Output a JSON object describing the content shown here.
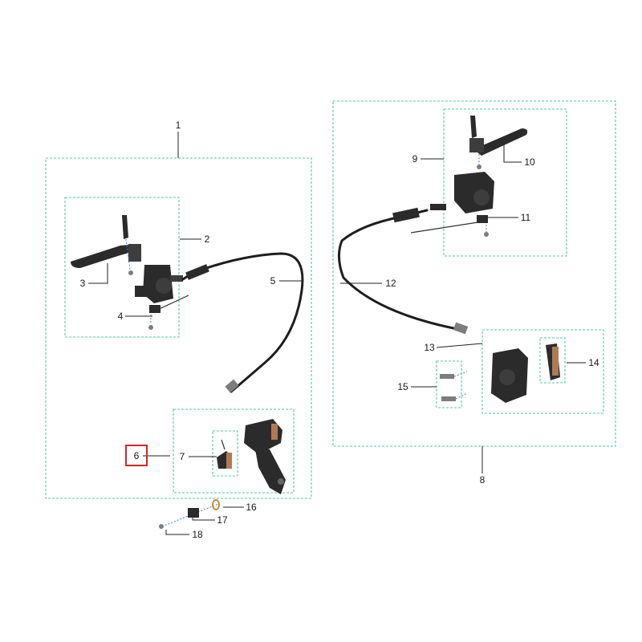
{
  "diagram": {
    "callouts": [
      "1",
      "2",
      "3",
      "4",
      "5",
      "6",
      "7",
      "8",
      "9",
      "10",
      "11",
      "12",
      "13",
      "14",
      "15",
      "16",
      "17",
      "18"
    ],
    "highlighted_callout": "6",
    "colors": {
      "group_box": "#4fc9a8",
      "highlight": "#d2262b",
      "part_dark": "#2b2b2b",
      "brake_pad": "#b07a50"
    }
  }
}
